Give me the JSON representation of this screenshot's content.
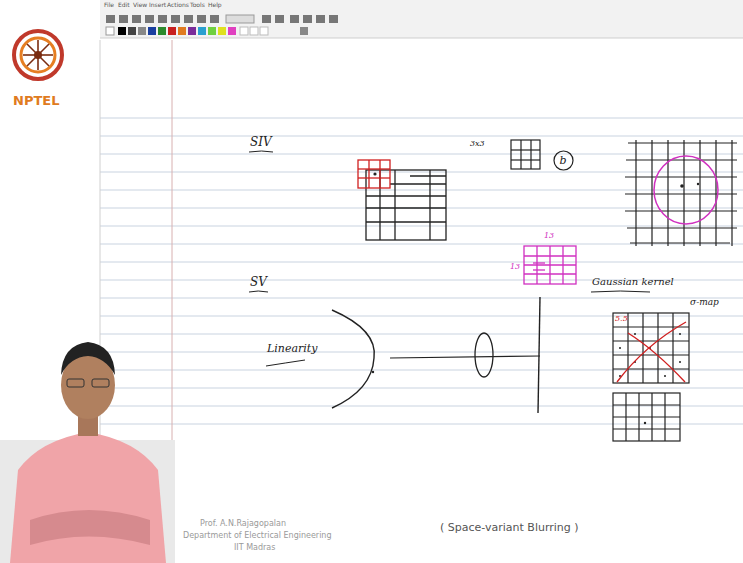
{
  "diagram": {
    "nodes": [
      {
        "text": [
          "b"
        ]
      }
    ],
    "edges": [],
    "labels": [
      "File",
      "Edit",
      "View",
      "Insert",
      "Actions",
      "Tools",
      "Help",
      "NPTEL",
      "SIV",
      "3x3",
      "SV",
      "13",
      "13",
      "Gaussian kernel",
      "σ-map",
      "5.5",
      "Linearity",
      "Prof. A.N.Rajagopalan",
      "Department of Electrical Engineering",
      "IIT Madras",
      "( Space-variant Blurring )"
    ]
  }
}
